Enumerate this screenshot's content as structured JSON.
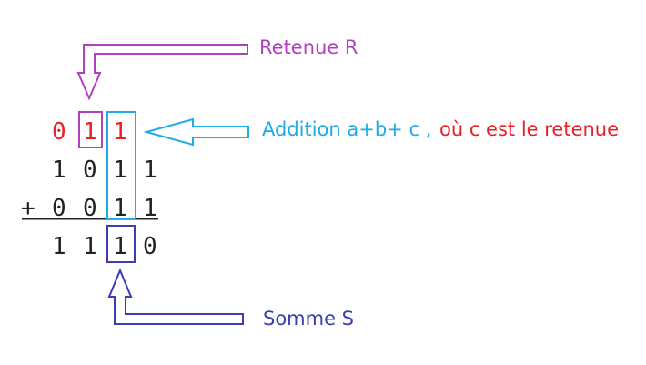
{
  "addition": {
    "carry_row": [
      "0",
      "1",
      "1"
    ],
    "operand1": [
      "1",
      "0",
      "1",
      "1"
    ],
    "operator": "+",
    "operand2": [
      "0",
      "0",
      "1",
      "1"
    ],
    "sum": [
      "1",
      "1",
      "1",
      "0"
    ]
  },
  "labels": {
    "carry": "Retenue R",
    "addition_part1": "Addition a+b+ c ,",
    "addition_part2": "où c est le retenue",
    "sum": "Somme S"
  },
  "colors": {
    "carry_digits": "#e8202a",
    "purple": "#b040c0",
    "cyan": "#1eaae8",
    "navy": "#3b3db0",
    "black": "#222222"
  }
}
